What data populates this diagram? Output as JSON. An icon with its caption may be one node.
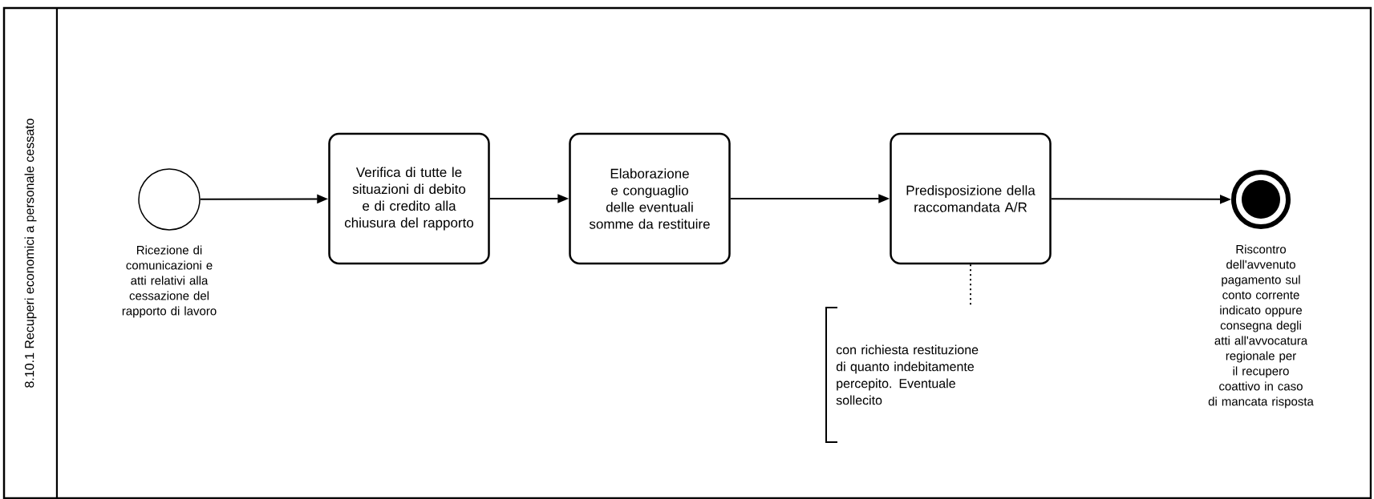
{
  "diagram": {
    "nodes": [
      {
        "text": [
          "8.10.1 Recuperi economici a personale cessato"
        ]
      },
      {
        "text": [],
        "shape": "circle",
        "beside": [
          "Ricezione di comunicazioni e atti relativi alla cessazione del rapporto di lavoro"
        ],
        "in": 0
      },
      {
        "text": [
          "Verifica di tutte le situazioni di debito e di credito alla chiusura del rapporto"
        ],
        "in": 0
      },
      {
        "text": [
          "Elaborazione e conguaglio delle eventuali somme da restituire"
        ],
        "in": 0
      },
      {
        "text": [
          "Predisposizione della raccomandata A/R"
        ],
        "in": 0
      },
      {
        "text": [],
        "shape": "circle",
        "beside": [
          "Riscontro dell'avvenuto pagamento sul conto corrente indicato oppure consegna degli atti all'avvocatura regionale per il recupero coattivo in caso di mancata risposta"
        ],
        "in": 0
      },
      {
        "text": [
          "con richiesta restituzione di quanto indebitamente percepito. Eventuale sollecito"
        ],
        "in": 0
      }
    ],
    "edges": [
      {
        "from": 1,
        "to": 2,
        "arrow": "to"
      },
      {
        "from": 2,
        "to": 3,
        "arrow": "to"
      },
      {
        "from": 3,
        "to": 4,
        "arrow": "to"
      },
      {
        "from": 4,
        "to": 5,
        "arrow": "to"
      },
      {
        "from": 4,
        "to": 6,
        "arrow": "none",
        "style": "dashed"
      }
    ]
  }
}
